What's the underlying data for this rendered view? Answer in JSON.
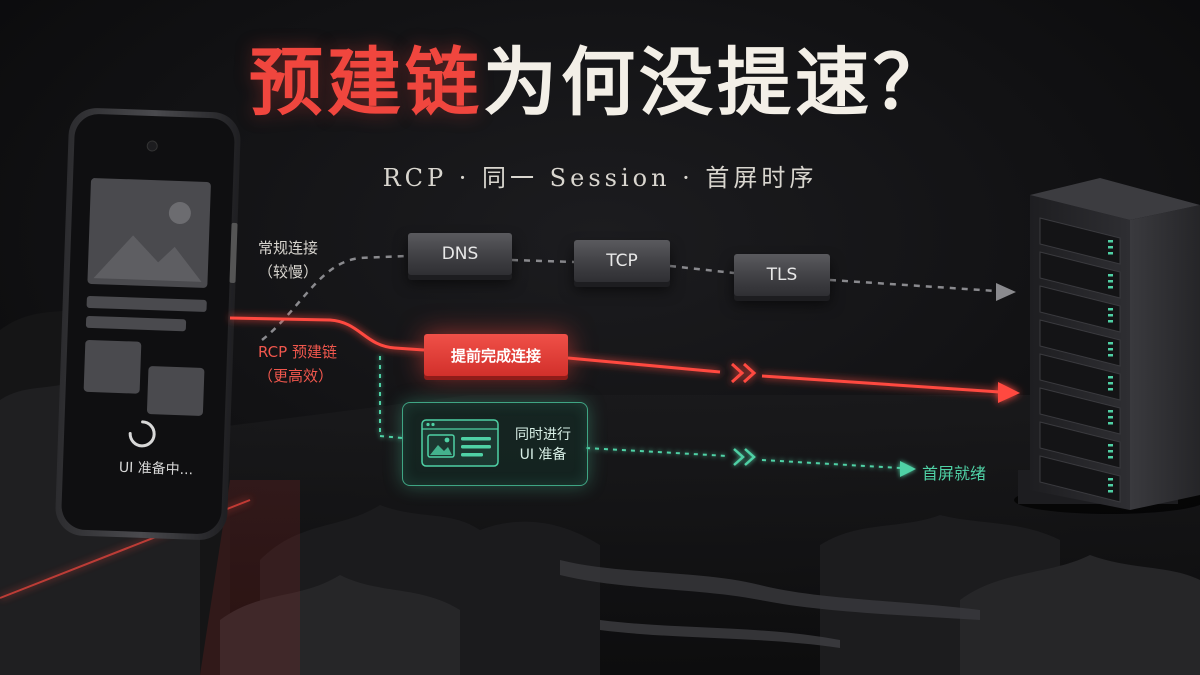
{
  "title": {
    "highlight": "预建链",
    "rest": "为何没提速？"
  },
  "subtitle": "RCP · 同一 Session · 首屏时序",
  "paths": {
    "normal": {
      "label_line1": "常规连接",
      "label_line2": "（较慢）"
    },
    "rcp": {
      "label_line1": "RCP 预建链",
      "label_line2": "（更高效）"
    }
  },
  "steps": {
    "dns": "DNS",
    "tcp": "TCP",
    "tls": "TLS"
  },
  "rcp_box": "提前完成连接",
  "parallel_box": {
    "line1": "同时进行",
    "line2": "UI 准备"
  },
  "first_screen": "首屏就绪",
  "phone": {
    "status": "UI 准备中..."
  },
  "colors": {
    "accent_red": "#f0463e",
    "accent_green": "#4fd1a5",
    "text_light": "#f3efe7"
  },
  "icons": [
    "smartphone-icon",
    "image-placeholder-icon",
    "loading-spinner-icon",
    "server-rack-icon",
    "window-icon",
    "double-chevron-icon",
    "arrowhead-icon"
  ]
}
